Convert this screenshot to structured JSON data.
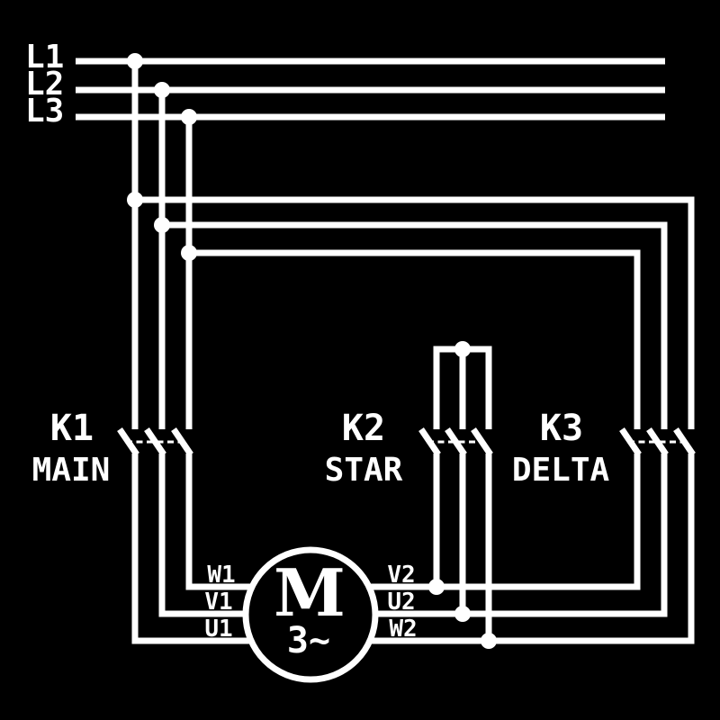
{
  "colors": {
    "background": "#000000",
    "line": "#ffffff"
  },
  "supply": {
    "lines": [
      {
        "label": "L1"
      },
      {
        "label": "L2"
      },
      {
        "label": "L3"
      }
    ]
  },
  "contactors": [
    {
      "id": "K1",
      "function": "MAIN"
    },
    {
      "id": "K2",
      "function": "STAR"
    },
    {
      "id": "K3",
      "function": "DELTA"
    }
  ],
  "motor": {
    "symbol": "M",
    "type": "3~",
    "left_terminals": [
      "W1",
      "V1",
      "U1"
    ],
    "right_terminals": [
      "V2",
      "U2",
      "W2"
    ]
  }
}
